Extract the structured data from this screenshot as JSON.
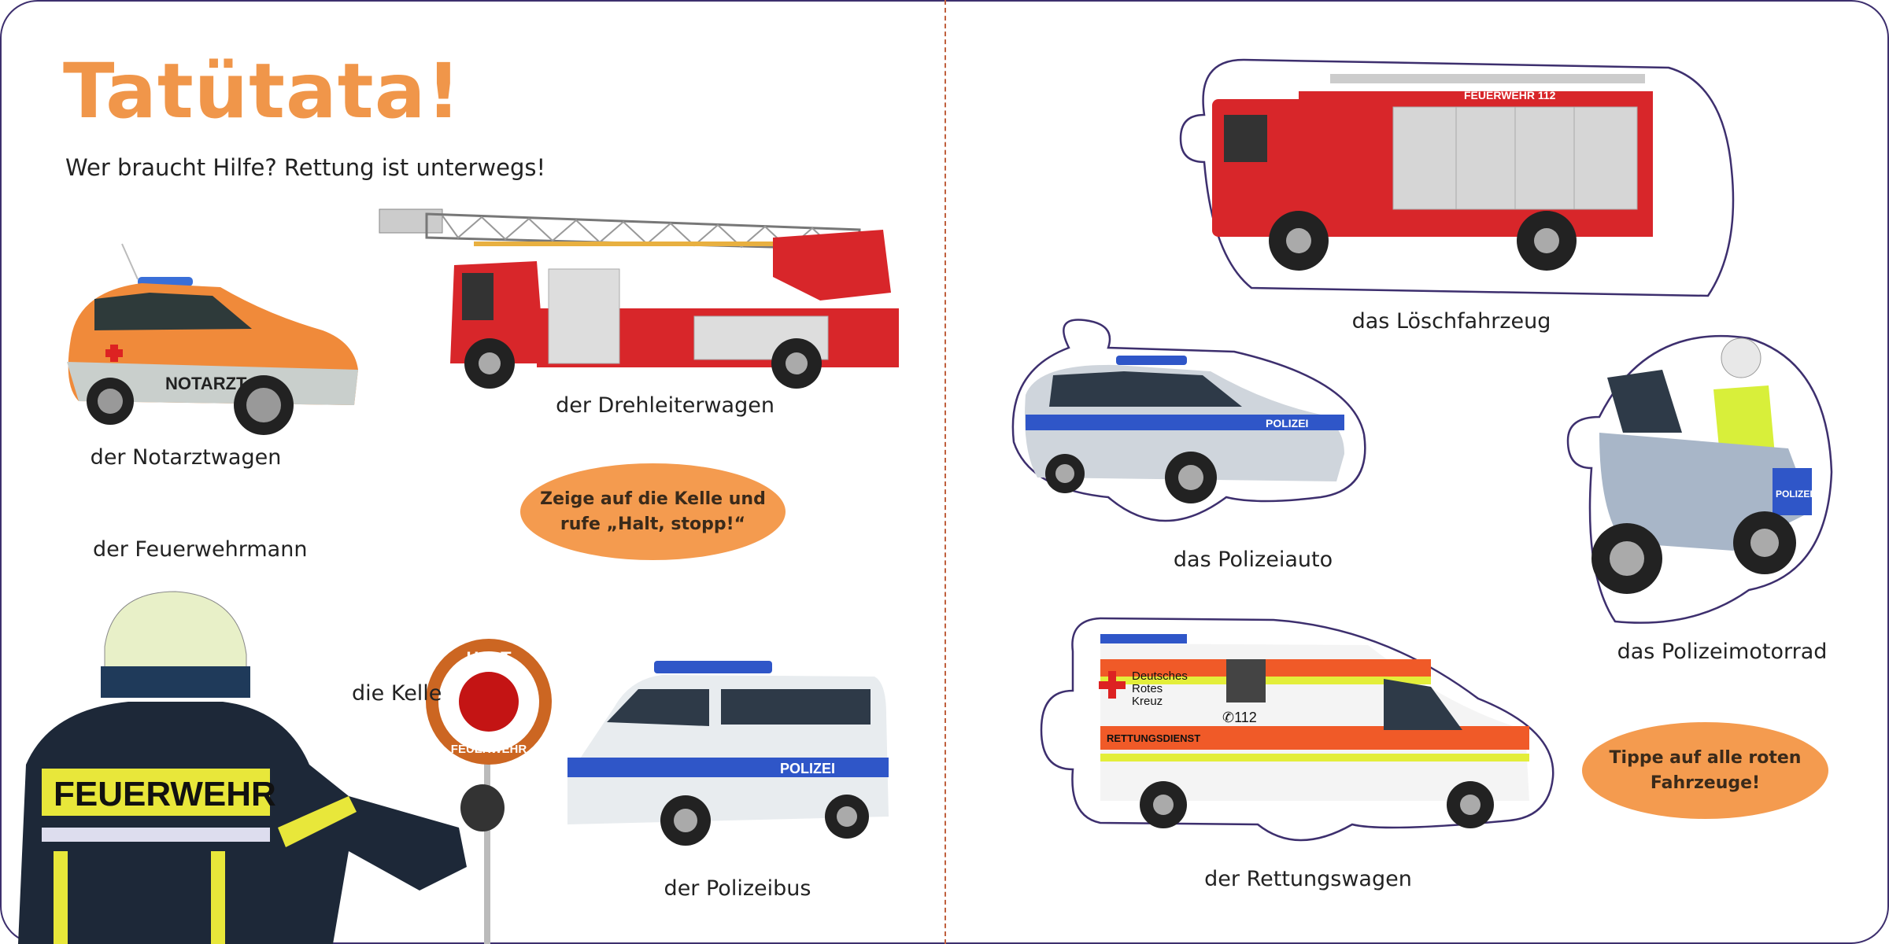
{
  "page": {
    "title": "Tatütata!",
    "subtitle": "Wer braucht Hilfe? Rettung ist unterwegs!",
    "colors": {
      "accent": "#f0964a",
      "bubble": "#f49b4f",
      "frame": "#3d2f6e",
      "divider": "#c0603e"
    }
  },
  "left": {
    "labels": {
      "notarztwagen": "der Notarztwagen",
      "drehleiterwagen": "der Drehleiterwagen",
      "feuerwehrmann": "der Feuerwehrmann",
      "kelle": "die Kelle",
      "polizeibus": "der Polizeibus"
    },
    "bubble_line1": "Zeige auf die Kelle und",
    "bubble_line2": "rufe „Halt, stopp!“",
    "vehicle_text": {
      "notarzt": "NOTARZT",
      "jacket": "FEUERWEHR",
      "kelle_top": "HALT",
      "kelle_bottom": "FEUERWEHR",
      "bus": "POLIZEI"
    }
  },
  "right": {
    "labels": {
      "loeschfahrzeug": "das Löschfahrzeug",
      "polizeiauto": "das Polizeiauto",
      "polizeimotorrad": "das Polizeimotorrad",
      "rettungswagen": "der Rettungswagen"
    },
    "bubble_line1": "Tippe auf alle roten",
    "bubble_line2": "Fahrzeuge!",
    "vehicle_text": {
      "truck": "FEUERWEHR 112",
      "police_car": "POLIZEI",
      "moto": "POLIZEI",
      "drk1": "Deutsches",
      "drk2": "Rotes",
      "drk3": "Kreuz",
      "phone": "✆112",
      "rd": "RETTUNGSDIENST"
    }
  }
}
